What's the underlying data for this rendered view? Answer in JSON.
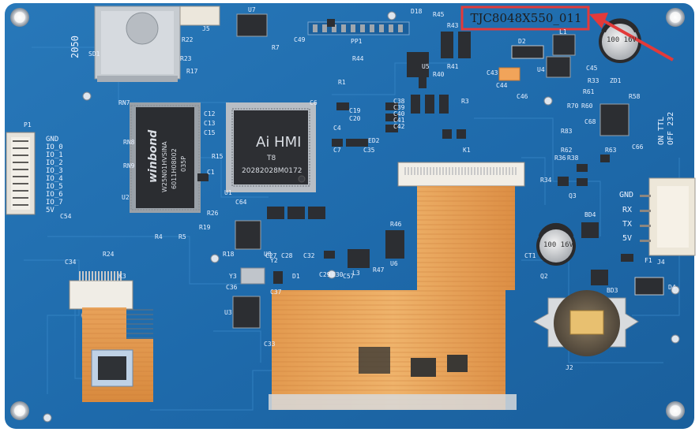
{
  "board": {
    "model": "TJC8048X550_011",
    "highlight_color": "#e23a3a",
    "pcb_color": "#1f6fb0",
    "main_ic": {
      "line1": "Ai HMI",
      "line2": "T8",
      "line3": "20282028M0172",
      "ref": "U1"
    },
    "flash_ic": {
      "brand": "winbond",
      "line2": "W25N01HVSINA",
      "line3": "6011H08002",
      "line4": "035P",
      "ref": "U2"
    },
    "sd_label": "2050",
    "left_header": {
      "ref": "P1",
      "pins": [
        "GND",
        "IO_0",
        "IO_1",
        "IO_2",
        "IO_3",
        "IO_4",
        "IO_5",
        "IO_6",
        "IO_7",
        "5V"
      ]
    },
    "uart_connector": {
      "ref": "J4",
      "pins": [
        "GND",
        "RX",
        "TX",
        "5V"
      ]
    },
    "ttl_switch": {
      "on": "ON TTL",
      "off": "OFF 232"
    },
    "caps": [
      {
        "ref": "C43",
        "label": "100 16V"
      },
      {
        "ref": "CT1",
        "label": "100 16V"
      }
    ],
    "battery_ref": "J2",
    "labels": [
      "C49",
      "PP1",
      "D18",
      "R45",
      "R43",
      "R41",
      "D2",
      "L1",
      "C44",
      "C46",
      "C45",
      "U4",
      "R33",
      "ZD1",
      "R61",
      "R58",
      "R70",
      "R60",
      "C68",
      "R83",
      "R62",
      "R63",
      "C66",
      "R36",
      "R38",
      "R34",
      "Q3",
      "R7",
      "U8",
      "U7",
      "R44",
      "R40",
      "C38",
      "C39",
      "C40",
      "C41",
      "C42",
      "R3",
      "R4",
      "R5",
      "C12",
      "C13",
      "C15",
      "C19",
      "C20",
      "C4",
      "C7",
      "C35",
      "ED2",
      "R15",
      "C1",
      "C64",
      "C54",
      "C34",
      "R24",
      "K3",
      "C36",
      "C37",
      "Y2",
      "Y3",
      "U3",
      "C33",
      "C27",
      "C28",
      "L3",
      "C29",
      "C30",
      "C32",
      "R46",
      "R47",
      "U6",
      "C57",
      "D1",
      "D4",
      "F1",
      "BD4",
      "BD3",
      "Q2",
      "K1",
      "RN7",
      "RN8",
      "RN9",
      "R22",
      "R23",
      "R26",
      "R17",
      "R18",
      "R19",
      "SD1",
      "J5",
      "R1",
      "C6",
      "U5"
    ]
  }
}
